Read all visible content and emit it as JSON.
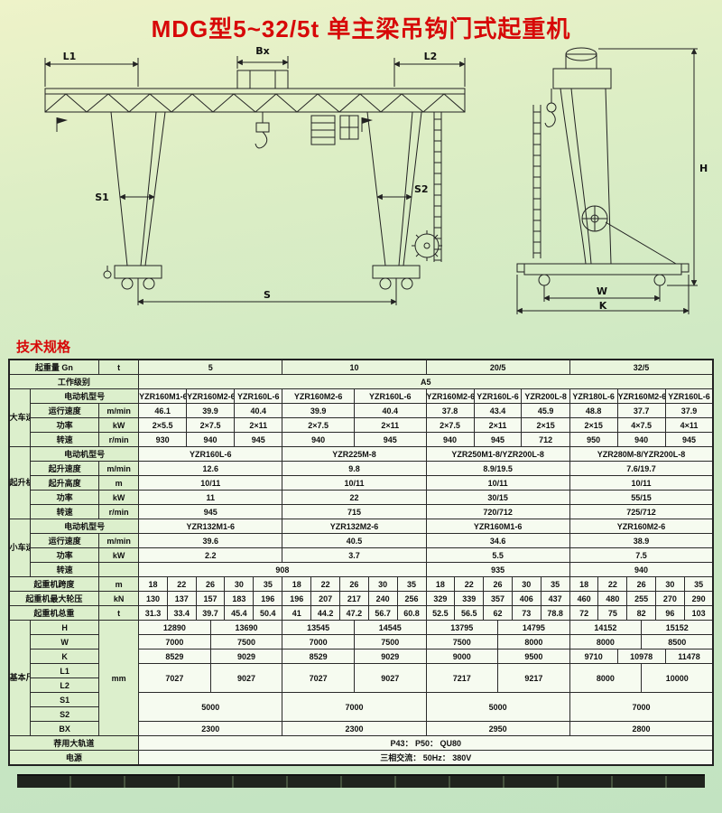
{
  "page": {
    "title": "MDG型5~32/5t 单主梁吊钩门式起重机",
    "specs_header": "技术规格"
  },
  "colors": {
    "accent_red": "#d70808",
    "background_green": "#cde8c4"
  },
  "drawing": {
    "dims": {
      "l1": "L1",
      "bx": "Bx",
      "l2": "L2",
      "s1": "S1",
      "s2": "S2",
      "s": "S",
      "w": "W",
      "k": "K",
      "h": "H"
    }
  },
  "table": {
    "rows": [
      {
        "cells": [
          {
            "t": "起重量 Gn",
            "c": 2,
            "k": "lab"
          },
          {
            "t": "t",
            "k": "unit"
          },
          {
            "t": "5",
            "c": 30,
            "k": "hd"
          },
          {
            "t": "10",
            "c": 30,
            "k": "hd"
          },
          {
            "t": "20/5",
            "c": 30,
            "k": "hd"
          },
          {
            "t": "32/5",
            "c": 30,
            "k": "hd"
          }
        ]
      },
      {
        "cells": [
          {
            "t": "工作级别",
            "c": 3,
            "k": "lab"
          },
          {
            "t": "A5",
            "c": 120,
            "k": "hd"
          }
        ]
      },
      {
        "cells": [
          {
            "t": "大车运行机构",
            "r": 4,
            "k": "grp"
          },
          {
            "t": "电动机型号",
            "c": 2,
            "k": "lab"
          },
          {
            "t": "YZR160M1-6",
            "c": 10,
            "k": "m"
          },
          {
            "t": "YZR160M2-6",
            "c": 10,
            "k": "m"
          },
          {
            "t": "YZR160L-6",
            "c": 10,
            "k": "m"
          },
          {
            "t": "YZR160M2-6",
            "c": 15,
            "k": "m"
          },
          {
            "t": "YZR160L-6",
            "c": 15,
            "k": "m"
          },
          {
            "t": "YZR160M2-6",
            "c": 10,
            "k": "m"
          },
          {
            "t": "YZR160L-6",
            "c": 10,
            "k": "m"
          },
          {
            "t": "YZR200L-8",
            "c": 10,
            "k": "m"
          },
          {
            "t": "YZR180L-6",
            "c": 10,
            "k": "m"
          },
          {
            "t": "YZR160M2-6",
            "c": 10,
            "k": "m"
          },
          {
            "t": "YZR160L-6",
            "c": 10,
            "k": "m"
          }
        ]
      },
      {
        "cells": [
          {
            "t": "运行速度",
            "k": "lab"
          },
          {
            "t": "m/min",
            "k": "unit"
          },
          {
            "t": "46.1",
            "c": 10
          },
          {
            "t": "39.9",
            "c": 10
          },
          {
            "t": "40.4",
            "c": 10
          },
          {
            "t": "39.9",
            "c": 15
          },
          {
            "t": "40.4",
            "c": 15
          },
          {
            "t": "37.8",
            "c": 10
          },
          {
            "t": "43.4",
            "c": 10
          },
          {
            "t": "45.9",
            "c": 10
          },
          {
            "t": "48.8",
            "c": 10
          },
          {
            "t": "37.7",
            "c": 10
          },
          {
            "t": "37.9",
            "c": 10
          }
        ]
      },
      {
        "cells": [
          {
            "t": "功率",
            "k": "lab"
          },
          {
            "t": "kW",
            "k": "unit"
          },
          {
            "t": "2×5.5",
            "c": 10
          },
          {
            "t": "2×7.5",
            "c": 10
          },
          {
            "t": "2×11",
            "c": 10
          },
          {
            "t": "2×7.5",
            "c": 15
          },
          {
            "t": "2×11",
            "c": 15
          },
          {
            "t": "2×7.5",
            "c": 10
          },
          {
            "t": "2×11",
            "c": 10
          },
          {
            "t": "2×15",
            "c": 10
          },
          {
            "t": "2×15",
            "c": 10
          },
          {
            "t": "4×7.5",
            "c": 10
          },
          {
            "t": "4×11",
            "c": 10
          }
        ]
      },
      {
        "cells": [
          {
            "t": "转速",
            "k": "lab"
          },
          {
            "t": "r/min",
            "k": "unit"
          },
          {
            "t": "930",
            "c": 10
          },
          {
            "t": "940",
            "c": 10
          },
          {
            "t": "945",
            "c": 10
          },
          {
            "t": "940",
            "c": 15
          },
          {
            "t": "945",
            "c": 15
          },
          {
            "t": "940",
            "c": 10
          },
          {
            "t": "945",
            "c": 10
          },
          {
            "t": "712",
            "c": 10
          },
          {
            "t": "950",
            "c": 10
          },
          {
            "t": "940",
            "c": 10
          },
          {
            "t": "945",
            "c": 10
          }
        ]
      },
      {
        "cells": [
          {
            "t": "起升机构",
            "r": 5,
            "k": "grp"
          },
          {
            "t": "电动机型号",
            "c": 2,
            "k": "lab"
          },
          {
            "t": "YZR160L-6",
            "c": 30
          },
          {
            "t": "YZR225M-8",
            "c": 30
          },
          {
            "t": "YZR250M1-8/YZR200L-8",
            "c": 30
          },
          {
            "t": "YZR280M-8/YZR200L-8",
            "c": 30
          }
        ]
      },
      {
        "cells": [
          {
            "t": "起升速度",
            "k": "lab"
          },
          {
            "t": "m/min",
            "k": "unit"
          },
          {
            "t": "12.6",
            "c": 30
          },
          {
            "t": "9.8",
            "c": 30
          },
          {
            "t": "8.9/19.5",
            "c": 30
          },
          {
            "t": "7.6/19.7",
            "c": 30
          }
        ]
      },
      {
        "cells": [
          {
            "t": "起升高度",
            "k": "lab"
          },
          {
            "t": "m",
            "k": "unit"
          },
          {
            "t": "10/11",
            "c": 30
          },
          {
            "t": "10/11",
            "c": 30
          },
          {
            "t": "10/11",
            "c": 30
          },
          {
            "t": "10/11",
            "c": 30
          }
        ]
      },
      {
        "cells": [
          {
            "t": "功率",
            "k": "lab"
          },
          {
            "t": "kW",
            "k": "unit"
          },
          {
            "t": "11",
            "c": 30
          },
          {
            "t": "22",
            "c": 30
          },
          {
            "t": "30/15",
            "c": 30
          },
          {
            "t": "55/15",
            "c": 30
          }
        ]
      },
      {
        "cells": [
          {
            "t": "转速",
            "k": "lab"
          },
          {
            "t": "r/min",
            "k": "unit"
          },
          {
            "t": "945",
            "c": 30
          },
          {
            "t": "715",
            "c": 30
          },
          {
            "t": "720/712",
            "c": 30
          },
          {
            "t": "725/712",
            "c": 30
          }
        ]
      },
      {
        "cells": [
          {
            "t": "小车运行机构",
            "r": 4,
            "k": "grp"
          },
          {
            "t": "电动机型号",
            "c": 2,
            "k": "lab"
          },
          {
            "t": "YZR132M1-6",
            "c": 30
          },
          {
            "t": "YZR132M2-6",
            "c": 30
          },
          {
            "t": "YZR160M1-6",
            "c": 30
          },
          {
            "t": "YZR160M2-6",
            "c": 30
          }
        ]
      },
      {
        "cells": [
          {
            "t": "运行速度",
            "k": "lab"
          },
          {
            "t": "m/min",
            "k": "unit"
          },
          {
            "t": "39.6",
            "c": 30
          },
          {
            "t": "40.5",
            "c": 30
          },
          {
            "t": "34.6",
            "c": 30
          },
          {
            "t": "38.9",
            "c": 30
          }
        ]
      },
      {
        "cells": [
          {
            "t": "功率",
            "k": "lab"
          },
          {
            "t": "kW",
            "k": "unit"
          },
          {
            "t": "2.2",
            "c": 30
          },
          {
            "t": "3.7",
            "c": 30
          },
          {
            "t": "5.5",
            "c": 30
          },
          {
            "t": "7.5",
            "c": 30
          }
        ]
      },
      {
        "cells": [
          {
            "t": "转速",
            "k": "lab"
          },
          {
            "t": "",
            "k": "unit"
          },
          {
            "t": "908",
            "c": 60
          },
          {
            "t": "935",
            "c": 30
          },
          {
            "t": "940",
            "c": 30
          }
        ]
      },
      {
        "cells": [
          {
            "t": "起重机跨度",
            "c": 2,
            "k": "lab"
          },
          {
            "t": "m",
            "k": "unit"
          },
          {
            "t": "18",
            "c": 6
          },
          {
            "t": "22",
            "c": 6
          },
          {
            "t": "26",
            "c": 6
          },
          {
            "t": "30",
            "c": 6
          },
          {
            "t": "35",
            "c": 6
          },
          {
            "t": "18",
            "c": 6
          },
          {
            "t": "22",
            "c": 6
          },
          {
            "t": "26",
            "c": 6
          },
          {
            "t": "30",
            "c": 6
          },
          {
            "t": "35",
            "c": 6
          },
          {
            "t": "18",
            "c": 6
          },
          {
            "t": "22",
            "c": 6
          },
          {
            "t": "26",
            "c": 6
          },
          {
            "t": "30",
            "c": 6
          },
          {
            "t": "35",
            "c": 6
          },
          {
            "t": "18",
            "c": 6
          },
          {
            "t": "22",
            "c": 6
          },
          {
            "t": "26",
            "c": 6
          },
          {
            "t": "30",
            "c": 6
          },
          {
            "t": "35",
            "c": 6
          }
        ]
      },
      {
        "cells": [
          {
            "t": "起重机最大轮压",
            "c": 2,
            "k": "lab"
          },
          {
            "t": "kN",
            "k": "unit"
          },
          {
            "t": "130",
            "c": 6
          },
          {
            "t": "137",
            "c": 6
          },
          {
            "t": "157",
            "c": 6
          },
          {
            "t": "183",
            "c": 6
          },
          {
            "t": "196",
            "c": 6
          },
          {
            "t": "196",
            "c": 6
          },
          {
            "t": "207",
            "c": 6
          },
          {
            "t": "217",
            "c": 6
          },
          {
            "t": "240",
            "c": 6
          },
          {
            "t": "256",
            "c": 6
          },
          {
            "t": "329",
            "c": 6
          },
          {
            "t": "339",
            "c": 6
          },
          {
            "t": "357",
            "c": 6
          },
          {
            "t": "406",
            "c": 6
          },
          {
            "t": "437",
            "c": 6
          },
          {
            "t": "460",
            "c": 6
          },
          {
            "t": "480",
            "c": 6
          },
          {
            "t": "255",
            "c": 6
          },
          {
            "t": "270",
            "c": 6
          },
          {
            "t": "290",
            "c": 6
          }
        ]
      },
      {
        "cells": [
          {
            "t": "起重机总重",
            "c": 2,
            "k": "lab"
          },
          {
            "t": "t",
            "k": "unit"
          },
          {
            "t": "31.3",
            "c": 6
          },
          {
            "t": "33.4",
            "c": 6
          },
          {
            "t": "39.7",
            "c": 6
          },
          {
            "t": "45.4",
            "c": 6
          },
          {
            "t": "50.4",
            "c": 6
          },
          {
            "t": "41",
            "c": 6
          },
          {
            "t": "44.2",
            "c": 6
          },
          {
            "t": "47.2",
            "c": 6
          },
          {
            "t": "56.7",
            "c": 6
          },
          {
            "t": "60.8",
            "c": 6
          },
          {
            "t": "52.5",
            "c": 6
          },
          {
            "t": "56.5",
            "c": 6
          },
          {
            "t": "62",
            "c": 6
          },
          {
            "t": "73",
            "c": 6
          },
          {
            "t": "78.8",
            "c": 6
          },
          {
            "t": "72",
            "c": 6
          },
          {
            "t": "75",
            "c": 6
          },
          {
            "t": "82",
            "c": 6
          },
          {
            "t": "96",
            "c": 6
          },
          {
            "t": "103",
            "c": 6
          }
        ]
      },
      {
        "cells": [
          {
            "t": "基本尺寸",
            "r": 8,
            "k": "grp"
          },
          {
            "t": "H",
            "k": "lab"
          },
          {
            "t": "mm",
            "r": 8,
            "k": "unit"
          },
          {
            "t": "12890",
            "c": 15
          },
          {
            "t": "13690",
            "c": 15
          },
          {
            "t": "13545",
            "c": 15
          },
          {
            "t": "14545",
            "c": 15
          },
          {
            "t": "13795",
            "c": 15
          },
          {
            "t": "14795",
            "c": 15
          },
          {
            "t": "14152",
            "c": 15
          },
          {
            "t": "15152",
            "c": 15
          }
        ]
      },
      {
        "cells": [
          {
            "t": "W",
            "k": "lab"
          },
          {
            "t": "7000",
            "c": 15
          },
          {
            "t": "7500",
            "c": 15
          },
          {
            "t": "7000",
            "c": 15
          },
          {
            "t": "7500",
            "c": 15
          },
          {
            "t": "7500",
            "c": 15
          },
          {
            "t": "8000",
            "c": 15
          },
          {
            "t": "8000",
            "c": 15
          },
          {
            "t": "8500",
            "c": 15
          }
        ]
      },
      {
        "cells": [
          {
            "t": "K",
            "k": "lab"
          },
          {
            "t": "8529",
            "c": 15
          },
          {
            "t": "9029",
            "c": 15
          },
          {
            "t": "8529",
            "c": 15
          },
          {
            "t": "9029",
            "c": 15
          },
          {
            "t": "9000",
            "c": 15
          },
          {
            "t": "9500",
            "c": 15
          },
          {
            "t": "9710",
            "c": 10
          },
          {
            "t": "10978",
            "c": 10
          },
          {
            "t": "11478",
            "c": 10
          }
        ]
      },
      {
        "cells": [
          {
            "t": "L1",
            "k": "lab"
          },
          {
            "t": "7027",
            "c": 15,
            "r": 2
          },
          {
            "t": "9027",
            "c": 15,
            "r": 2
          },
          {
            "t": "7027",
            "c": 15,
            "r": 2
          },
          {
            "t": "9027",
            "c": 15,
            "r": 2
          },
          {
            "t": "7217",
            "c": 15,
            "r": 2
          },
          {
            "t": "9217",
            "c": 15,
            "r": 2
          },
          {
            "t": "8000",
            "c": 15,
            "r": 2
          },
          {
            "t": "10000",
            "c": 15,
            "r": 2
          }
        ]
      },
      {
        "cells": [
          {
            "t": "L2",
            "k": "lab"
          }
        ]
      },
      {
        "cells": [
          {
            "t": "S1",
            "k": "lab"
          },
          {
            "t": "5000",
            "c": 30,
            "r": 2
          },
          {
            "t": "7000",
            "c": 30,
            "r": 2
          },
          {
            "t": "5000",
            "c": 30,
            "r": 2
          },
          {
            "t": "7000",
            "c": 30,
            "r": 2
          }
        ]
      },
      {
        "cells": [
          {
            "t": "S2",
            "k": "lab"
          }
        ]
      },
      {
        "cells": [
          {
            "t": "BX",
            "k": "lab"
          },
          {
            "t": "2300",
            "c": 30
          },
          {
            "t": "2300",
            "c": 30
          },
          {
            "t": "2950",
            "c": 30
          },
          {
            "t": "2800",
            "c": 30
          }
        ]
      },
      {
        "cells": [
          {
            "t": "荐用大轨道",
            "c": 3,
            "k": "lab"
          },
          {
            "t": "P43：  P50：  QU80",
            "c": 120
          }
        ]
      },
      {
        "cells": [
          {
            "t": "电源",
            "c": 3,
            "k": "lab"
          },
          {
            "t": "三相交流：  50Hz：  380V",
            "c": 120
          }
        ]
      }
    ]
  }
}
